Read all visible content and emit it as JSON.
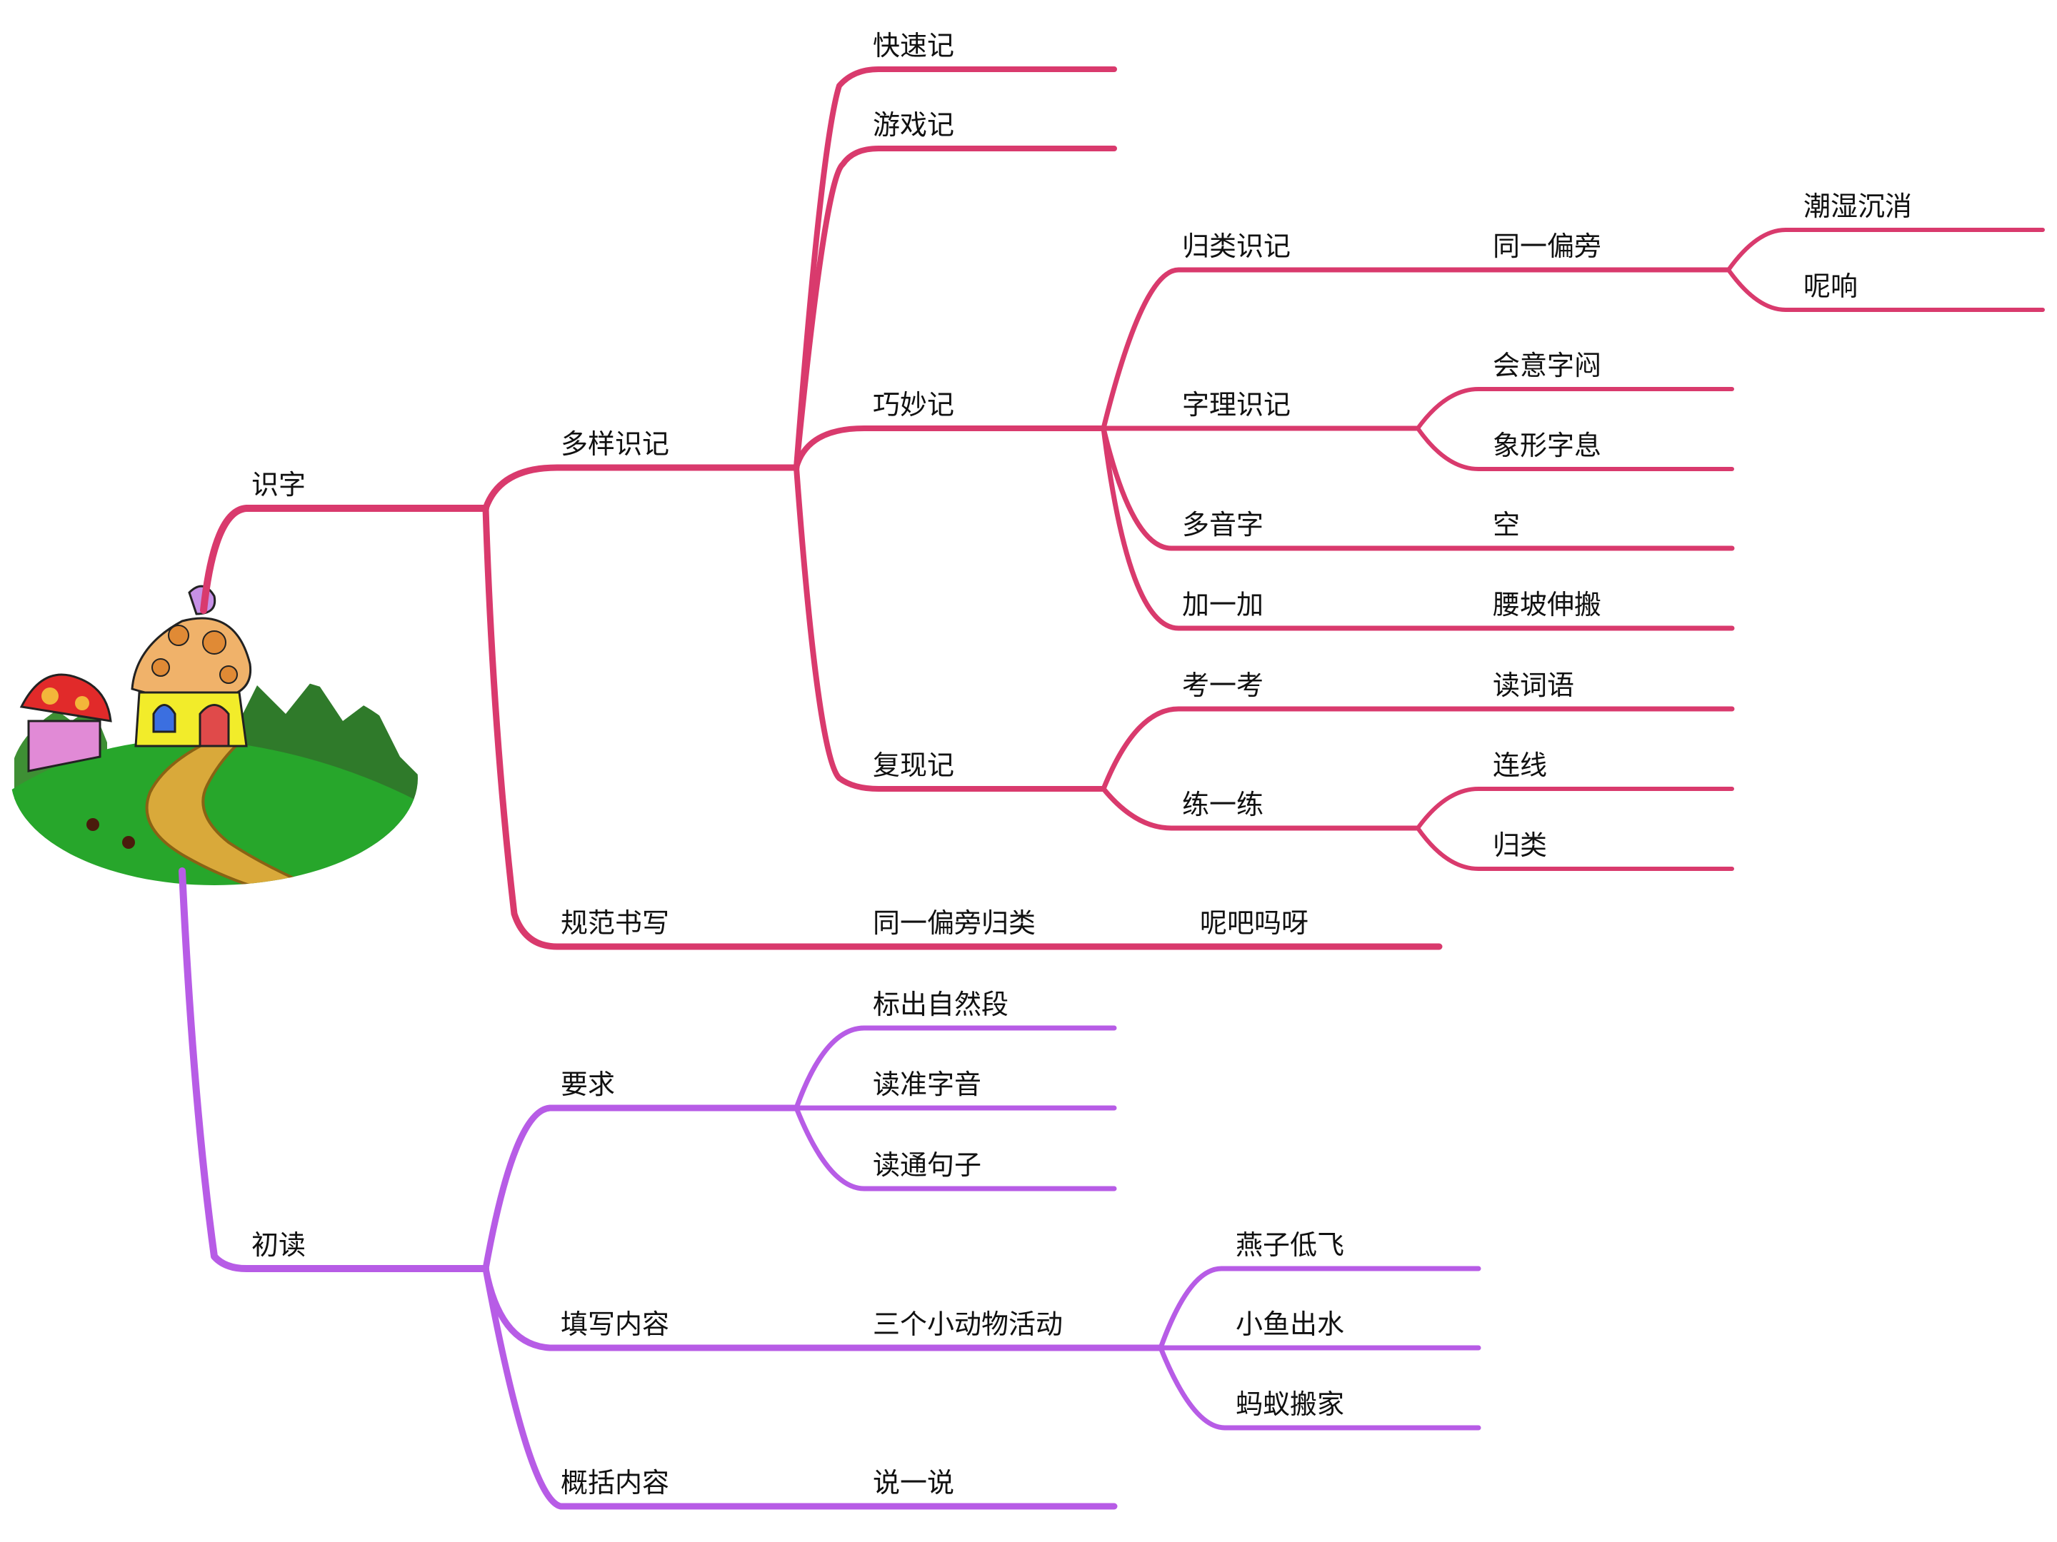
{
  "colors": {
    "shizi_branch": "#d93a6d",
    "chudu_branch": "#b75ce6",
    "text": "#111111"
  },
  "illustration": {
    "icon": "mushroom-house-illustration"
  },
  "branches": {
    "shizi": {
      "label": "识字",
      "duoyang": {
        "label": "多样识记",
        "kuaisu": "快速记",
        "youxi": "游戏记",
        "qiaomiao": {
          "label": "巧妙记",
          "guilei": {
            "label": "归类识记",
            "sub": "同一偏旁",
            "leaves": [
              "潮湿沉消",
              "呢响"
            ]
          },
          "zili": {
            "label": "字理识记",
            "leaves": [
              "会意字闷",
              "象形字息"
            ]
          },
          "duoyin": {
            "label": "多音字",
            "leaf": "空"
          },
          "jiayijia": {
            "label": "加一加",
            "leaf": "腰坡伸搬"
          }
        },
        "fuxian": {
          "label": "复现记",
          "kaoyikao": {
            "label": "考一考",
            "leaf": "读词语"
          },
          "lianyilian": {
            "label": "练一练",
            "leaves": [
              "连线",
              "归类"
            ]
          }
        }
      },
      "guifan": {
        "label": "规范书写",
        "sub": "同一偏旁归类",
        "leaf": "呢吧吗呀"
      }
    },
    "chudu": {
      "label": "初读",
      "yaoqiu": {
        "label": "要求",
        "leaves": [
          "标出自然段",
          "读准字音",
          "读通句子"
        ]
      },
      "tianxie": {
        "label": "填写内容",
        "sub": "三个小动物活动",
        "leaves": [
          "燕子低飞",
          "小鱼出水",
          "蚂蚁搬家"
        ]
      },
      "gaikuo": {
        "label": "概括内容",
        "leaf": "说一说"
      }
    }
  }
}
